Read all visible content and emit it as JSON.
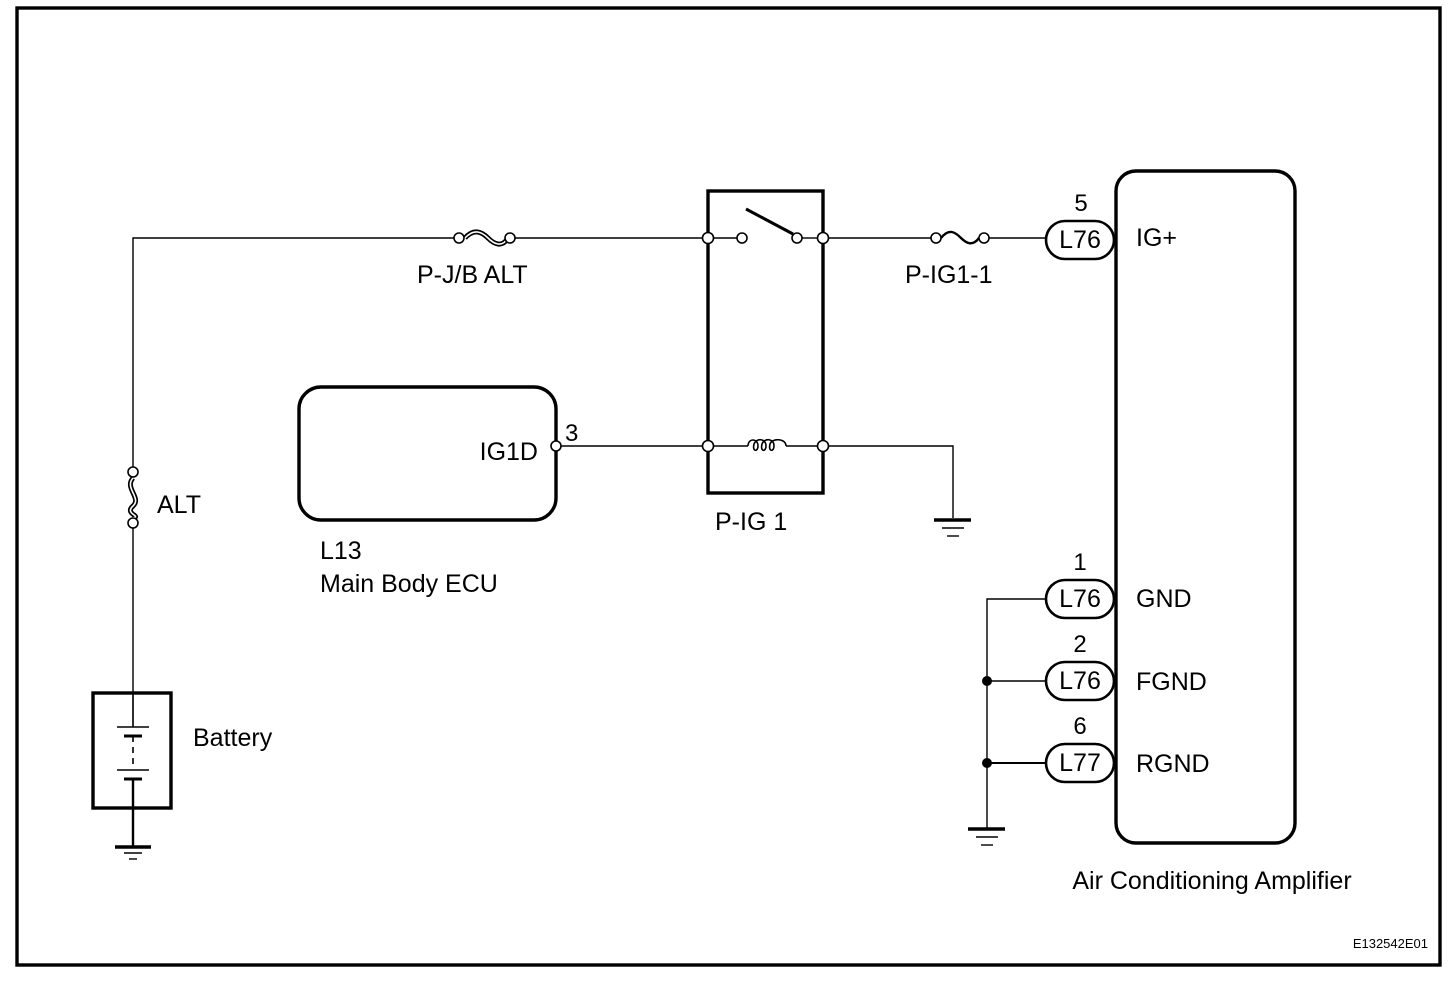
{
  "diagram": {
    "document_code": "E132542E01",
    "components": {
      "battery": {
        "label": "Battery"
      },
      "alt_fuse": {
        "label": "ALT"
      },
      "pjb_alt_fuse": {
        "label": "P-J/B ALT"
      },
      "relay": {
        "label": "P-IG 1"
      },
      "pig1_fuse": {
        "label": "P-IG1-1"
      },
      "main_body_ecu": {
        "connector": "L13",
        "name": "Main Body ECU",
        "terminal": "IG1D",
        "pin": "3"
      },
      "ac_amplifier": {
        "name": "Air Conditioning Amplifier",
        "terminals": [
          {
            "pin": "5",
            "connector": "L76",
            "name": "IG+"
          },
          {
            "pin": "1",
            "connector": "L76",
            "name": "GND"
          },
          {
            "pin": "2",
            "connector": "L76",
            "name": "FGND"
          },
          {
            "pin": "6",
            "connector": "L77",
            "name": "RGND"
          }
        ]
      }
    }
  }
}
